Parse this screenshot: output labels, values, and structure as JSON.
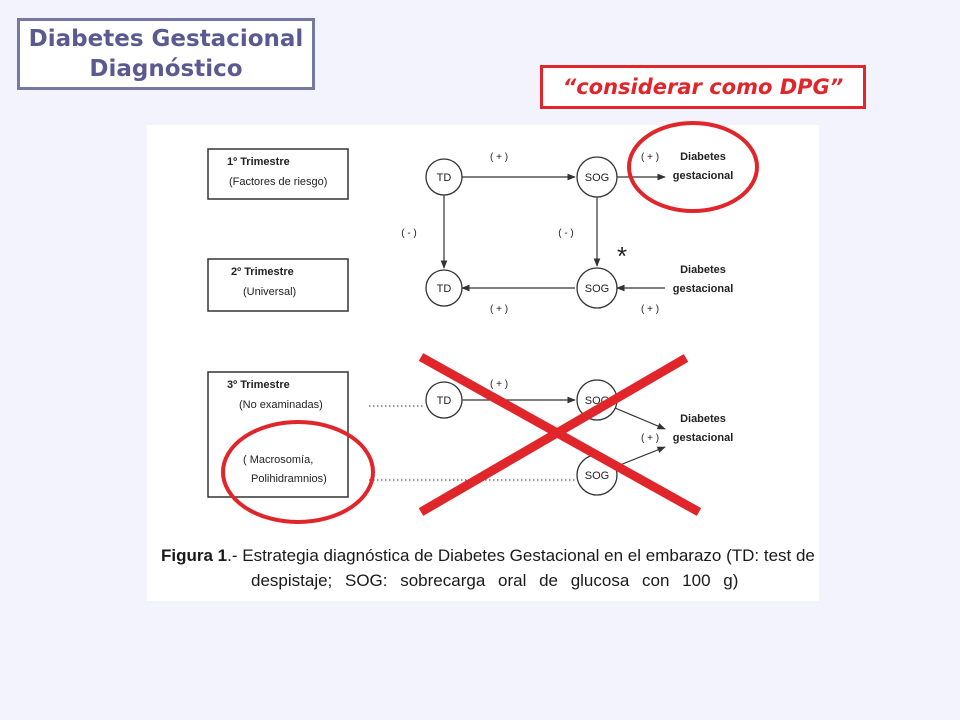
{
  "header": {
    "title_line1": "Diabetes Gestacional",
    "title_line2": "Diagnóstico",
    "callout": "“considerar como DPG”"
  },
  "figure": {
    "trimester1": {
      "title": "1º Trimestre",
      "subtitle": "(Factores de riesgo)"
    },
    "trimester2": {
      "title": "2º Trimestre",
      "subtitle": "(Universal)"
    },
    "trimester3": {
      "title": "3º Trimestre",
      "subtitle": "(No examinadas)",
      "sub2_line1": "( Macrosomía,",
      "sub2_line2": "Polihidramnios)"
    },
    "nodes": {
      "td": "TD",
      "sog": "SOG"
    },
    "signs": {
      "positive": "( + )",
      "negative": "( - )"
    },
    "outcome_line1": "Diabetes",
    "outcome_line2": "gestacional",
    "asterisk": "*",
    "caption_label": "Figura 1",
    "caption_sep": ".- ",
    "caption_line1": "Estrategia diagnóstica de Diabetes Gestacional en el embarazo (TD: test de",
    "caption_line2": "despistaje; SOG: sobrecarga oral de glucosa con 100 g)"
  },
  "colors": {
    "accent_red": "#e0252b",
    "title_blue": "#5a5a90",
    "border_gray": "#7777a3"
  }
}
